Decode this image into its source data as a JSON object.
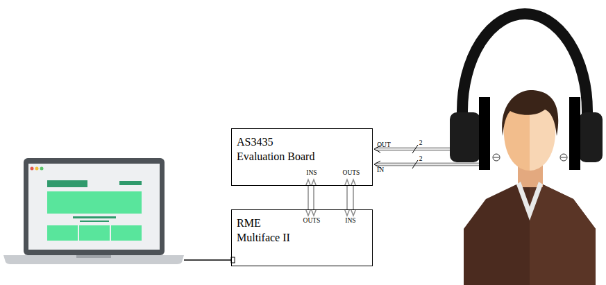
{
  "diagram": {
    "nodes": [
      {
        "text": [
          "AS3435 Evaluation Board"
        ]
      },
      {
        "text": [
          "RME Multiface II"
        ]
      }
    ],
    "edges": [
      {
        "from": 1,
        "to": 0,
        "arrow": "both"
      },
      {
        "from": 0,
        "to": 1,
        "arrow": "both"
      }
    ],
    "labels": [
      "INS",
      "OUTS",
      "OUTS",
      "INS",
      "OUT",
      "IN",
      "2",
      "2"
    ]
  }
}
